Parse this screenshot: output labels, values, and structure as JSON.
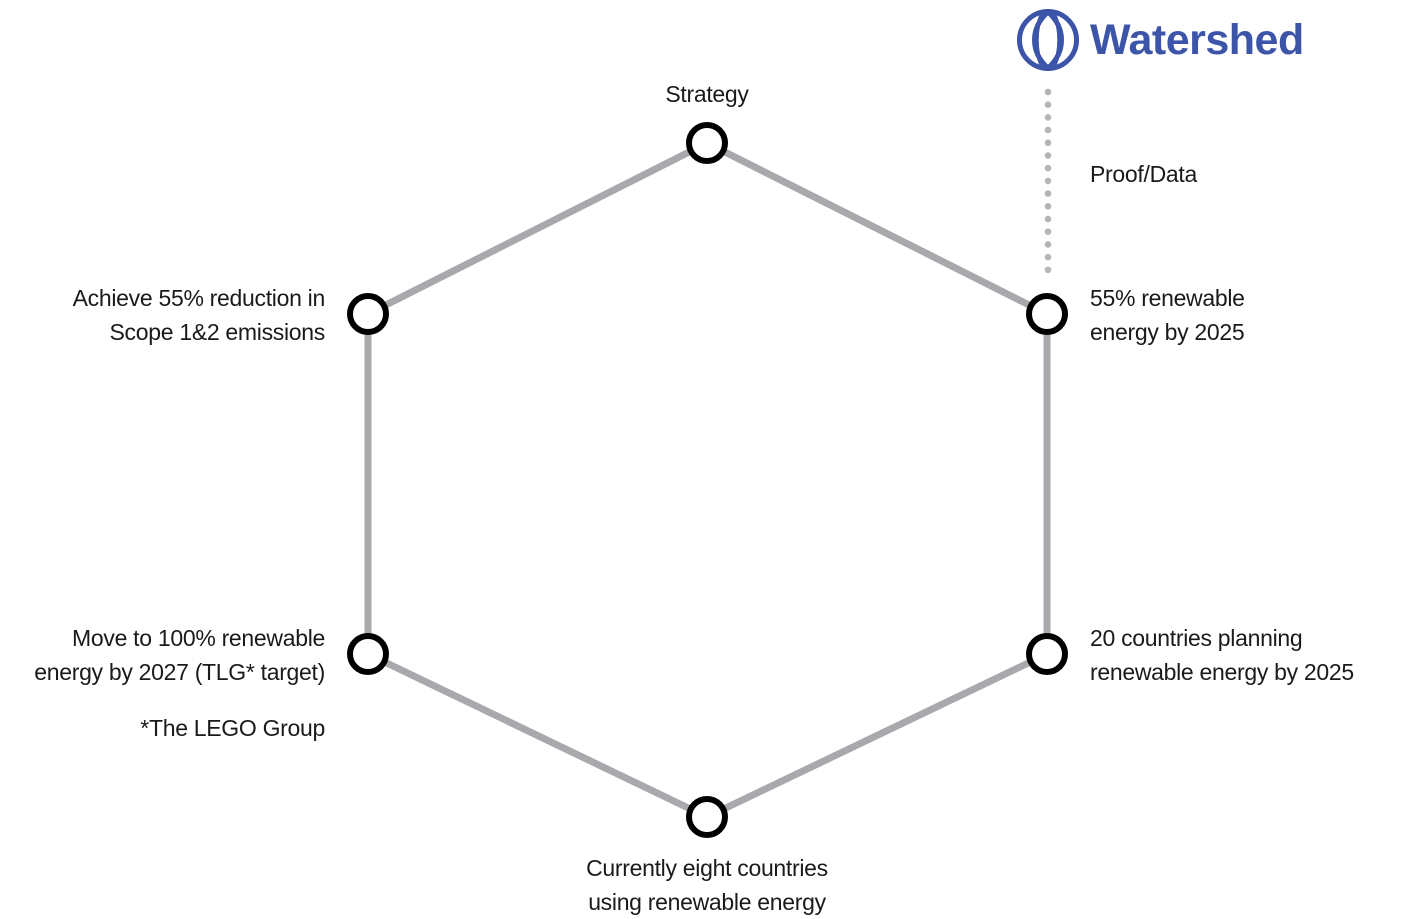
{
  "diagram": {
    "nodes": [
      {
        "id": "top",
        "lines": [
          "Strategy"
        ]
      },
      {
        "id": "upper-left",
        "lines": [
          "Achieve 55% reduction in",
          "Scope 1&2 emissions"
        ]
      },
      {
        "id": "upper-right",
        "lines": [
          "55% renewable",
          "energy by 2025"
        ]
      },
      {
        "id": "lower-left",
        "lines": [
          "Move to 100% renewable",
          "energy by 2027 (TLG* target)"
        ]
      },
      {
        "id": "lower-right",
        "lines": [
          "20 countries planning",
          "renewable energy by 2025"
        ]
      },
      {
        "id": "bottom",
        "lines": [
          "Currently eight countries",
          "using renewable energy"
        ]
      }
    ],
    "footnote": "*The LEGO Group",
    "connector_label": "Proof/Data"
  },
  "brand": {
    "name": "Watershed",
    "color": "#3d55a8",
    "icon": "globe-icon"
  },
  "colors": {
    "edge": "#a9a9ad",
    "node_stroke": "#000000",
    "dots": "#b5b5b9"
  }
}
